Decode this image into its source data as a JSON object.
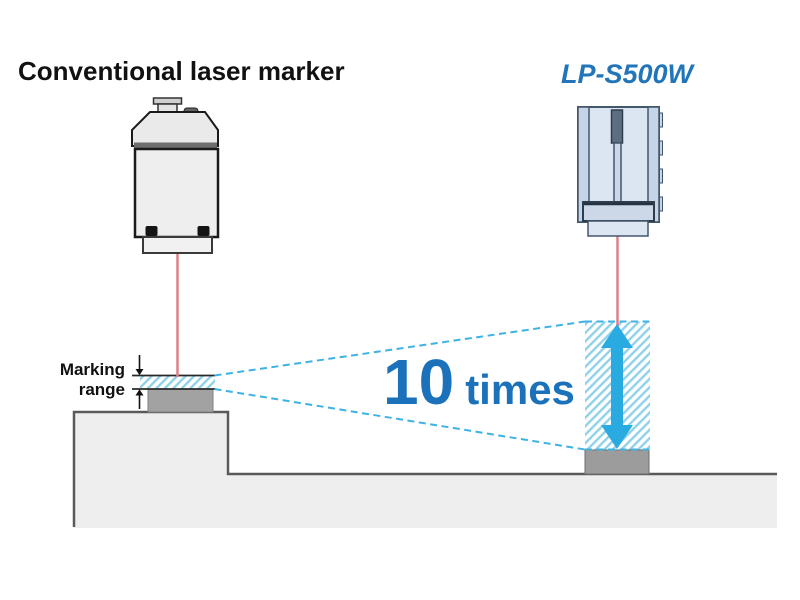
{
  "titles": {
    "conventional": "Conventional laser marker",
    "new_model": "LP-S500W"
  },
  "labels": {
    "marking_range_line1": "Marking",
    "marking_range_line2": "range",
    "multiplier_value": "10",
    "multiplier_unit": "times"
  },
  "icons": {
    "range_down_arrow": "small black down arrow marking top of range",
    "range_up_arrow": "small black up arrow marking bottom of range",
    "expanded_range_arrow": "large cyan double-headed vertical arrow",
    "expansion_cone": "blue dashed lines expanding from small range to large range"
  },
  "colors": {
    "brand_blue": "#2175b8",
    "multiplier_blue": "#1b72ba",
    "arrow_cyan": "#29abe2",
    "dashed_line_blue": "#3eb3e3",
    "hatch_blue": "#8fd2ea",
    "laser_red": "#e08089",
    "platform_gray": "#eeeeee",
    "platform_edge_gray": "#5a5a5a",
    "workpiece_gray": "#a2a2a2",
    "device_gray": "#ededed",
    "device_blue_fill": "#dce6f2",
    "device_blue_border": "#44566a"
  }
}
